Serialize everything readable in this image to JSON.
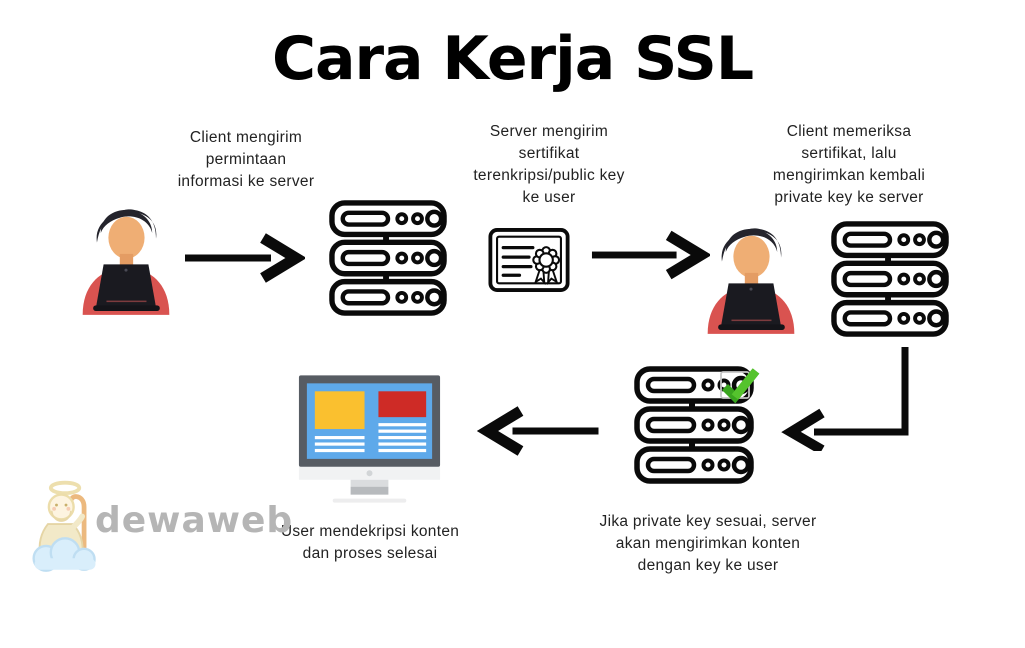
{
  "title": "Cara Kerja SSL",
  "steps": {
    "step1": {
      "caption": "Client mengirim\npermintaan\ninformasi ke server"
    },
    "step2": {
      "caption": "Server mengirim\nsertifikat\nterenkripsi/public key\nke user"
    },
    "step3": {
      "caption": "Client memeriksa\nsertifikat, lalu\nmengirimkan kembali\nprivate key ke server"
    },
    "step4": {
      "caption": "Jika private key sesuai, server\nakan mengirimkan konten\ndengan key ke user"
    },
    "step5": {
      "caption": "User mendekripsi konten\ndan proses selesai"
    }
  },
  "brand": {
    "name": "dewaweb"
  },
  "icons": {
    "person_laptop": "person-laptop-icon",
    "server": "server-rack-icon",
    "certificate": "ssl-certificate-icon",
    "monitor": "desktop-monitor-icon",
    "checkmark": "green-checkmark-icon",
    "arrows": [
      "arrow-right-icon",
      "arrow-right-icon",
      "arrow-down-left-icon",
      "arrow-left-icon"
    ],
    "mascot": "dewaweb-mascot-icon"
  },
  "colors": {
    "background": "#ffffff",
    "title_text": "#000000",
    "caption_text": "#222222",
    "outline_black": "#0a0a0a",
    "shirt_red": "#d95350",
    "skin_tan": "#efae74",
    "hair_dark": "#24242c",
    "laptop_dark": "#1a1a20",
    "screen_blue": "#5ea9ea",
    "panel_yellow": "#fac02f",
    "panel_red": "#ce2b26",
    "check_green": "#44b228",
    "logo_gray": "#b5b5b5",
    "cloud_blue": "#d9eefb"
  }
}
